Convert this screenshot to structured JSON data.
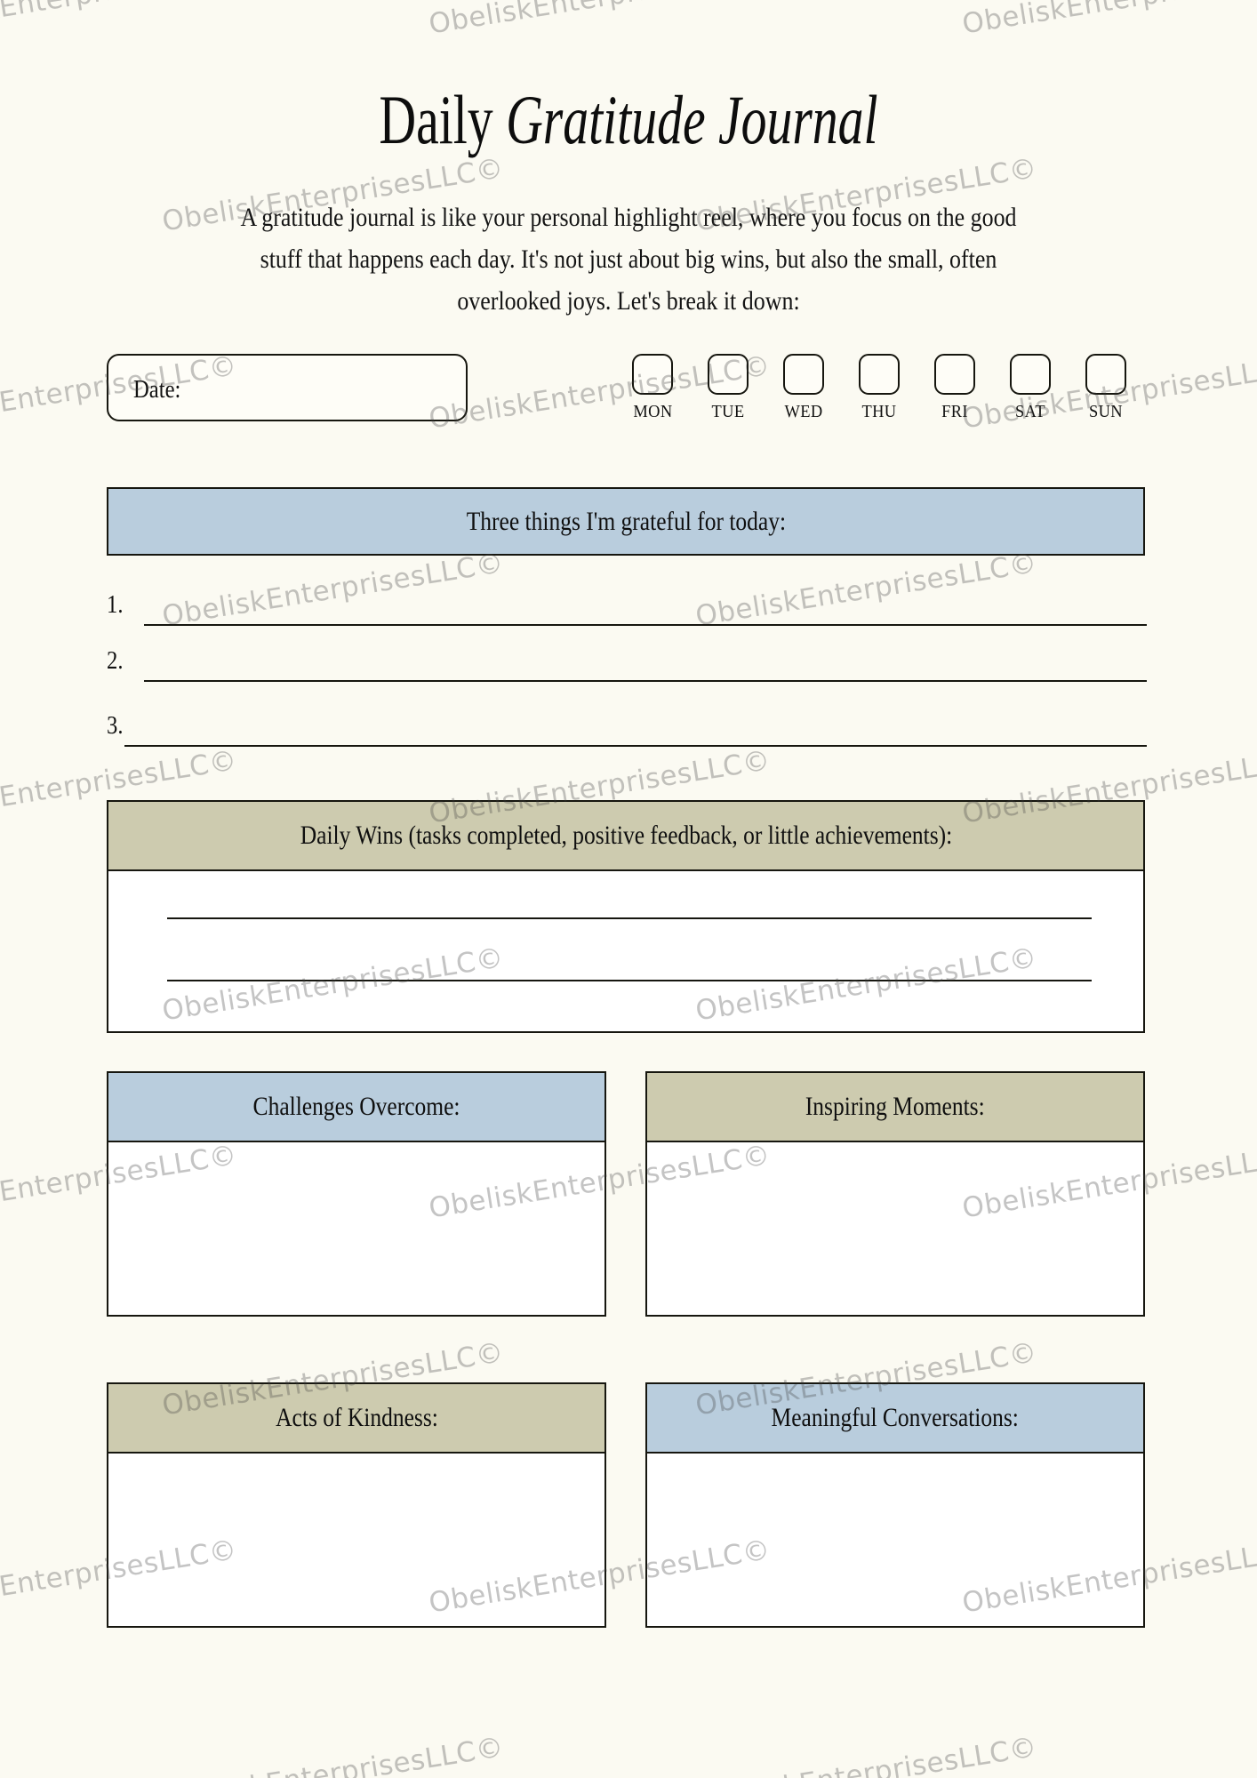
{
  "page": {
    "background_color": "#fbfaf2",
    "ink_color": "#111111"
  },
  "watermark": {
    "text": "ObeliskEnterprisesLLC©",
    "color": "#3c3c3c",
    "angle_deg": -9
  },
  "header": {
    "title_regular": "Daily ",
    "title_italic": "Gratitude Journal",
    "intro": "A gratitude journal is like your personal highlight reel, where you focus on the good stuff that happens each day. It's not just about big wins, but also the small, often overlooked joys. Let's break it down:"
  },
  "date_field": {
    "label": "Date:",
    "value": ""
  },
  "weekdays": [
    {
      "label": "MON",
      "checked": false
    },
    {
      "label": "TUE",
      "checked": false
    },
    {
      "label": "WED",
      "checked": false
    },
    {
      "label": "THU",
      "checked": false
    },
    {
      "label": "FRI",
      "checked": false
    },
    {
      "label": "SAT",
      "checked": false
    },
    {
      "label": "SUN",
      "checked": false
    }
  ],
  "sections": {
    "grateful": {
      "heading": "Three things I'm grateful for today:",
      "accent_color": "#b9cddd",
      "items": [
        {
          "number": "1.",
          "value": ""
        },
        {
          "number": "2.",
          "value": ""
        },
        {
          "number": "3.",
          "value": ""
        }
      ]
    },
    "daily_wins": {
      "heading": "Daily Wins (tasks completed, positive feedback, or little achievements):",
      "accent_color": "#cdcbaf",
      "line_count": 2,
      "value": ""
    },
    "quadrants": [
      {
        "heading": "Challenges Overcome:",
        "accent_color": "#b9cddd",
        "value": ""
      },
      {
        "heading": "Inspiring Moments:",
        "accent_color": "#cdcbaf",
        "value": ""
      },
      {
        "heading": "Acts of Kindness:",
        "accent_color": "#cdcbaf",
        "value": ""
      },
      {
        "heading": "Meaningful Conversations:",
        "accent_color": "#b9cddd",
        "value": ""
      }
    ]
  }
}
